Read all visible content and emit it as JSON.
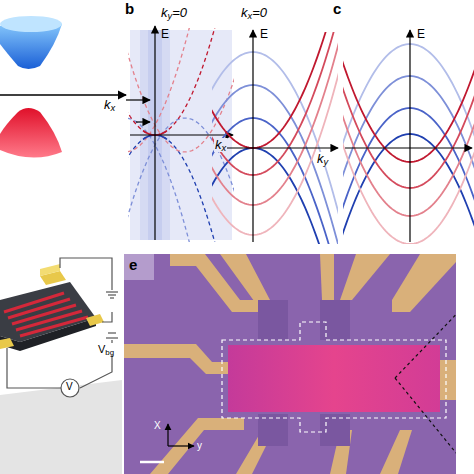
{
  "diagram": {
    "labels": [
      "kx",
      "b",
      "ky=0",
      "E",
      "kx",
      "kx=0",
      "E",
      "ky",
      "c",
      "E",
      "Vbg",
      "V",
      "e",
      "X",
      "y"
    ]
  }
}
